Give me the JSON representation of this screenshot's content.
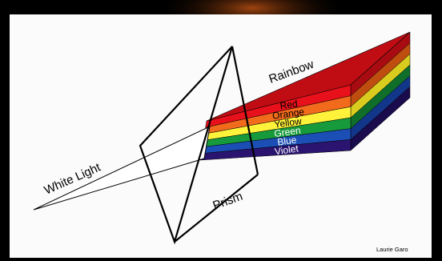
{
  "labels": {
    "white_light": "White Light",
    "rainbow": "Rainbow",
    "prism": "Prism",
    "credit": "Laurie Garo"
  },
  "bands": [
    {
      "name": "Red",
      "color": "#e8101a",
      "dark": "#a80c12",
      "text_color": "#000000"
    },
    {
      "name": "Orange",
      "color": "#f26a1c",
      "dark": "#c04d10",
      "text_color": "#000000"
    },
    {
      "name": "Yellow",
      "color": "#fff23a",
      "dark": "#d9cc1e",
      "text_color": "#000000"
    },
    {
      "name": "Green",
      "color": "#179a3c",
      "dark": "#0e6e2a",
      "text_color": "#ffffff"
    },
    {
      "name": "Blue",
      "color": "#1b4fb5",
      "dark": "#12378a",
      "text_color": "#ffffff"
    },
    {
      "name": "Violet",
      "color": "#2a1470",
      "dark": "#1a0b4c",
      "text_color": "#ffffff"
    }
  ],
  "colors": {
    "panel": "#fbfbfb",
    "backdrop": "#000000",
    "ember": "#8a3a0c"
  }
}
